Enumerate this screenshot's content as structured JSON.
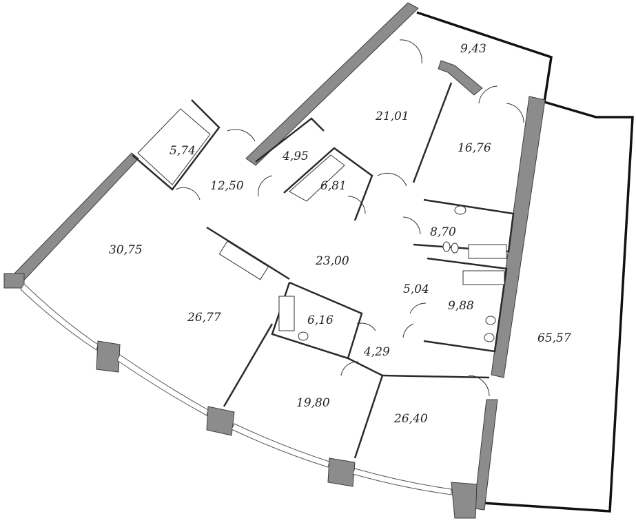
{
  "colors": {
    "wall": "#8c8c8c",
    "line": "#111111",
    "background": "#ffffff",
    "text": "#222222"
  },
  "rooms": [
    {
      "id": "terrace-top",
      "area": "9,43"
    },
    {
      "id": "room-top-center",
      "area": "21,01"
    },
    {
      "id": "room-top-right",
      "area": "16,76"
    },
    {
      "id": "storage-left",
      "area": "5,74"
    },
    {
      "id": "hall-top",
      "area": "12,50"
    },
    {
      "id": "closet-small",
      "area": "4,95"
    },
    {
      "id": "storage-center",
      "area": "6,81"
    },
    {
      "id": "bath-top",
      "area": "8,70"
    },
    {
      "id": "living-left",
      "area": "30,75"
    },
    {
      "id": "hall-center",
      "area": "23,00"
    },
    {
      "id": "corridor-small",
      "area": "5,04"
    },
    {
      "id": "bath-right",
      "area": "9,88"
    },
    {
      "id": "kitchen",
      "area": "26,77"
    },
    {
      "id": "bath-center",
      "area": "6,16"
    },
    {
      "id": "vestibule",
      "area": "4,29"
    },
    {
      "id": "bedroom-bottom-center",
      "area": "19,80"
    },
    {
      "id": "bedroom-bottom-right",
      "area": "26,40"
    },
    {
      "id": "terrace-right",
      "area": "65,57"
    }
  ]
}
